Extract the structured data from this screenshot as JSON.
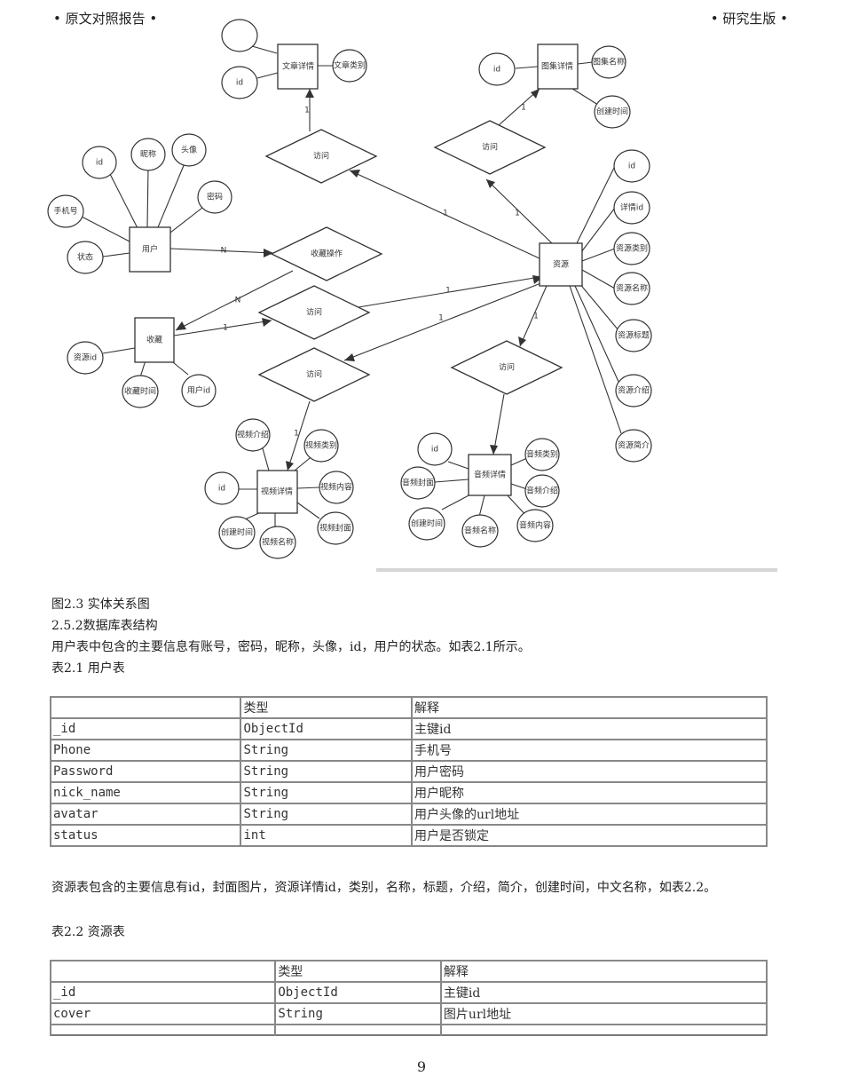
{
  "header": {
    "left": "• 原文对照报告 •",
    "right": "• 研究生版 •"
  },
  "diagram": {
    "entities": {
      "user": "用户",
      "fav": "收藏",
      "resource": "资源",
      "article": "文章详情",
      "album": "图集详情",
      "video": "视频详情",
      "audio": "音频详情"
    },
    "relations": {
      "visit_article": "访问",
      "visit_album": "访问",
      "fav_op": "收藏操作",
      "visit_fav": "访问",
      "visit_video": "访问",
      "visit_audio": "访问"
    },
    "attrs": {
      "article": [
        "id",
        "文章类别"
      ],
      "album": [
        "id",
        "图集名称",
        "创建时间"
      ],
      "user": [
        "id",
        "昵称",
        "头像",
        "密码",
        "手机号",
        "状态"
      ],
      "fav": [
        "资源id",
        "收藏时间",
        "用户id"
      ],
      "resource": [
        "id",
        "详情id",
        "资源类别",
        "资源名称",
        "资源标题",
        "资源介绍",
        "资源简介"
      ],
      "video": [
        "视频介绍",
        "视频类别",
        "id",
        "视频内容",
        "创建时间",
        "视频名称",
        "视频封面"
      ],
      "audio": [
        "id",
        "音频类别",
        "音频封面",
        "音频介绍",
        "创建时间",
        "音频名称",
        "音频内容"
      ]
    },
    "cards": {
      "one": "1",
      "many": "N"
    }
  },
  "caption_figure": "图2.3 实体关系图",
  "section_heading": "2.5.2数据库表结构",
  "para_user": "用户表中包含的主要信息有账号，密码，昵称，头像，id，用户的状态。如表2.1所示。",
  "caption_table1": "表2.1 用户表",
  "table1": {
    "header": [
      "",
      "类型",
      "解释"
    ],
    "rows": [
      [
        "_id",
        "ObjectId",
        "主键id"
      ],
      [
        "Phone",
        "String",
        "手机号"
      ],
      [
        "Password",
        "String",
        "用户密码"
      ],
      [
        "nick_name",
        "String",
        "用户昵称"
      ],
      [
        "avatar",
        "String",
        "用户头像的url地址"
      ],
      [
        "status",
        "int",
        "用户是否锁定"
      ]
    ]
  },
  "para_resource": "资源表包含的主要信息有id，封面图片，资源详情id，类别，名称，标题，介绍，简介，创建时间，中文名称，如表2.2。",
  "caption_table2": "表2.2 资源表",
  "table2": {
    "header": [
      "",
      "类型",
      "解释"
    ],
    "rows": [
      [
        "_id",
        "ObjectId",
        "主键id"
      ],
      [
        "cover",
        "String",
        "图片url地址"
      ],
      [
        "",
        "",
        ""
      ]
    ]
  },
  "page_number": "9"
}
